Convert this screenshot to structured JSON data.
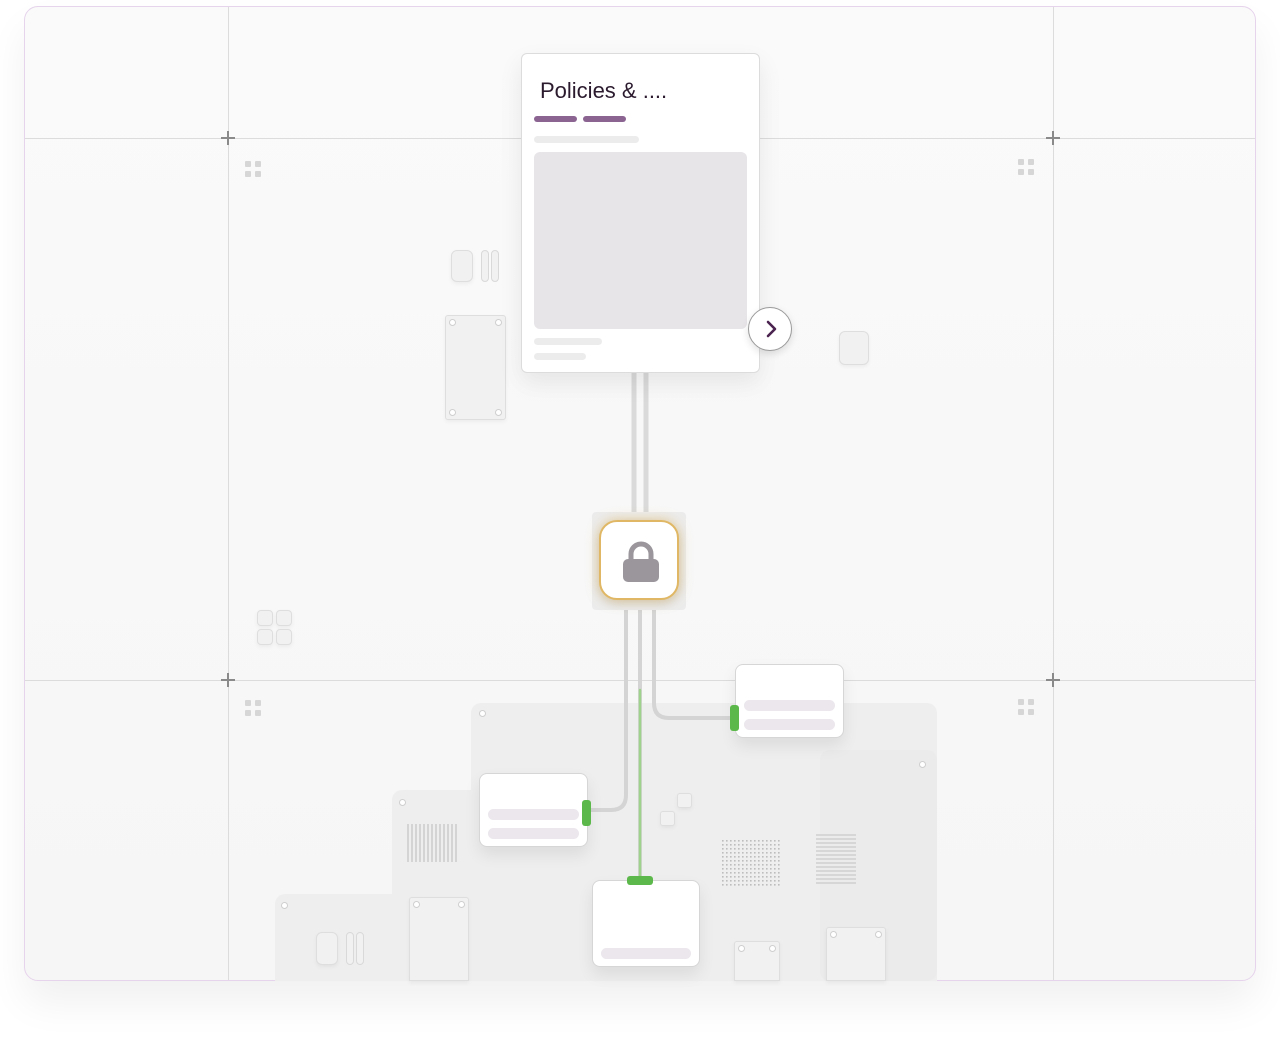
{
  "diagram": {
    "document_card": {
      "title": "Policies & ....",
      "tag_color": "#8b6492"
    },
    "next_button": {
      "icon": "chevron-right-icon"
    },
    "lock_node": {
      "icon": "lock-icon",
      "glow_color": "#e0b865"
    },
    "connection_color": "#5cb84a",
    "output_nodes": [
      {
        "name": "output-node-left"
      },
      {
        "name": "output-node-bottom"
      },
      {
        "name": "output-node-right"
      }
    ]
  }
}
